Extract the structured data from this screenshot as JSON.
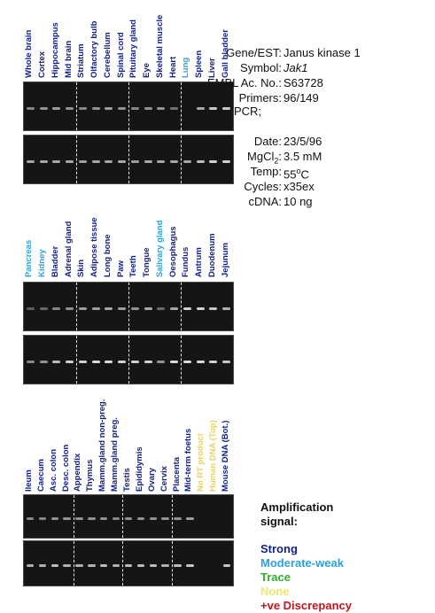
{
  "info": {
    "gene_key": "Gene/EST:",
    "gene": "Janus kinase 1",
    "symbol_key": "Symbol:",
    "symbol": "Jak1",
    "embl_key": "EMBL Ac. No.:",
    "embl": "S63728",
    "primers_key": "Primers:",
    "primers": "96/149",
    "pcr_label": "PCR;",
    "date_key": "Date:",
    "date": "23/5/96",
    "mgcl_key_prefix": "MgCl",
    "mgcl_sub": "2",
    "mgcl_key_suffix": ":",
    "mgcl": "3.5 mM",
    "temp_key": "Temp:",
    "temp_num": "55",
    "temp_sup": "o",
    "temp_unit": "C",
    "cycles_key": "Cycles:",
    "cycles": "x35ex",
    "cdna_key": "cDNA:",
    "cdna": "10 ng"
  },
  "legend": {
    "title": "Amplification",
    "title2": "signal:",
    "items": [
      {
        "label": "Strong",
        "color": "#101f8c"
      },
      {
        "label": "Moderate-weak",
        "color": "#2aa3dc"
      },
      {
        "label": "Trace",
        "color": "#2fae2a"
      },
      {
        "label": "None",
        "color": "#f0e76a"
      },
      {
        "label": "+ve Discrepancy",
        "color": "#c0161d"
      }
    ]
  },
  "colors": {
    "strong": "#101f8c",
    "moderate": "#2aa3dc",
    "none": "#e8d26a",
    "band": "#e6e6e6"
  },
  "panels": [
    {
      "lanes": [
        {
          "label": "Whole brain",
          "signal": "strong"
        },
        {
          "label": "Cortex",
          "signal": "strong"
        },
        {
          "label": "Hippocampus",
          "signal": "strong"
        },
        {
          "label": "Mid brain",
          "signal": "strong"
        },
        {
          "label": "Striatum",
          "signal": "strong"
        },
        {
          "label": "Olfactory bulb",
          "signal": "strong"
        },
        {
          "label": "Cerebellum",
          "signal": "strong"
        },
        {
          "label": "Spinal cord",
          "signal": "strong"
        },
        {
          "label": "Pituitary gland",
          "signal": "strong"
        },
        {
          "label": "Eye",
          "signal": "strong"
        },
        {
          "label": "Skeletal muscle",
          "signal": "strong"
        },
        {
          "label": "Heart",
          "signal": "strong"
        },
        {
          "label": "Lung",
          "signal": "moderate"
        },
        {
          "label": "Spleen",
          "signal": "strong"
        },
        {
          "label": "Liver",
          "signal": "strong"
        },
        {
          "label": "Gall bladder",
          "signal": "strong"
        }
      ],
      "gel_top": [
        0.55,
        0.6,
        0.65,
        0.6,
        0.55,
        0.6,
        0.65,
        0.6,
        0.55,
        0.6,
        0.6,
        0.45,
        0.0,
        0.7,
        0.85,
        0.85
      ],
      "gel_bottom": [
        0.7,
        0.7,
        0.7,
        0.7,
        0.65,
        0.7,
        0.7,
        0.7,
        0.65,
        0.7,
        0.7,
        0.7,
        0.7,
        0.8,
        0.9,
        0.9
      ]
    },
    {
      "lanes": [
        {
          "label": "Pancreas",
          "signal": "moderate"
        },
        {
          "label": "Kidney",
          "signal": "moderate"
        },
        {
          "label": "Bladder",
          "signal": "strong"
        },
        {
          "label": "Adrenal gland",
          "signal": "strong"
        },
        {
          "label": "Skin",
          "signal": "strong"
        },
        {
          "label": "Adipose tissue",
          "signal": "strong"
        },
        {
          "label": "Long bone",
          "signal": "strong"
        },
        {
          "label": "Paw",
          "signal": "strong"
        },
        {
          "label": "Teeth",
          "signal": "strong"
        },
        {
          "label": "Tongue",
          "signal": "strong"
        },
        {
          "label": "Salivary gland",
          "signal": "moderate"
        },
        {
          "label": "Oesophagus",
          "signal": "strong"
        },
        {
          "label": "Fundus",
          "signal": "strong"
        },
        {
          "label": "Antrum",
          "signal": "strong"
        },
        {
          "label": "Duodenum",
          "signal": "strong"
        },
        {
          "label": "Jejunum",
          "signal": "strong"
        }
      ],
      "gel_top": [
        0.35,
        0.4,
        0.55,
        0.6,
        0.65,
        0.65,
        0.7,
        0.65,
        0.6,
        0.7,
        0.4,
        0.7,
        0.9,
        0.9,
        0.85,
        0.75
      ],
      "gel_bottom": [
        0.55,
        0.6,
        0.8,
        0.9,
        0.9,
        0.95,
        0.95,
        0.9,
        0.9,
        0.9,
        0.6,
        0.95,
        0.95,
        0.95,
        0.9,
        0.85
      ]
    },
    {
      "lanes": [
        {
          "label": "Ileum",
          "signal": "strong"
        },
        {
          "label": "Caecum",
          "signal": "strong"
        },
        {
          "label": "Asc. colon",
          "signal": "strong"
        },
        {
          "label": "Desc. colon",
          "signal": "strong"
        },
        {
          "label": "Appendix",
          "signal": "strong"
        },
        {
          "label": "Thymus",
          "signal": "strong"
        },
        {
          "label": "Mamm.gland non-preg.",
          "signal": "strong"
        },
        {
          "label": "Mamm.gland preg.",
          "signal": "strong"
        },
        {
          "label": "Testis",
          "signal": "strong"
        },
        {
          "label": "Epididymis",
          "signal": "strong"
        },
        {
          "label": "Ovary",
          "signal": "strong"
        },
        {
          "label": "Cervix",
          "signal": "strong"
        },
        {
          "label": "Placenta",
          "signal": "strong"
        },
        {
          "label": "Mid-term foetus",
          "signal": "strong"
        },
        {
          "label": "No RT product",
          "signal": "none"
        },
        {
          "label": "Human DNA (Top)",
          "signal": "none"
        },
        {
          "label": "Mouse DNA (Bot.)",
          "signal": "strong"
        }
      ],
      "gel_top": [
        0.55,
        0.55,
        0.6,
        0.6,
        0.6,
        0.6,
        0.6,
        0.55,
        0.6,
        0.6,
        0.6,
        0.6,
        0.6,
        0.65,
        0.0,
        0.0,
        0.0
      ],
      "gel_bottom": [
        0.75,
        0.75,
        0.8,
        0.75,
        0.75,
        0.75,
        0.8,
        0.75,
        0.8,
        0.8,
        0.8,
        0.75,
        0.8,
        0.85,
        0.0,
        0.0,
        0.85
      ]
    }
  ]
}
